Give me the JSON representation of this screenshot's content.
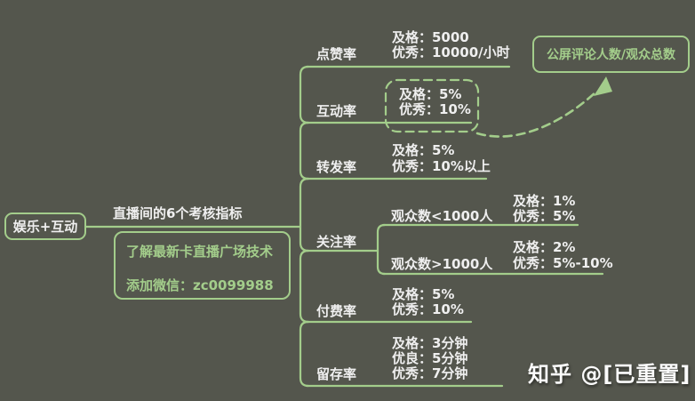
{
  "theme": {
    "background": "#54564d",
    "accent_green": "#a3cd8b",
    "text_white": "#efefef"
  },
  "root": {
    "label": "娱乐+互动"
  },
  "edge_label": "直播间的6个考核指标",
  "promo": {
    "line1": "了解最新卡直播广场技术",
    "line2": "添加微信：zc0099988"
  },
  "callout": {
    "label": "公屏评论人数/观众总数"
  },
  "branches": [
    {
      "label": "点赞率",
      "values": [
        "及格：5000",
        "优秀：10000/小时"
      ]
    },
    {
      "label": "互动率",
      "values": [
        "及格：5%",
        "优秀：10%"
      ]
    },
    {
      "label": "转发率",
      "values": [
        "及格：5%",
        "优秀：10%以上"
      ]
    },
    {
      "label": "关注率",
      "children": [
        {
          "label": "观众数<1000人",
          "values": [
            "及格：1%",
            "优秀：5%"
          ]
        },
        {
          "label": "观众数>1000人",
          "values": [
            "及格：2%",
            "优秀：5%-10%"
          ]
        }
      ]
    },
    {
      "label": "付费率",
      "values": [
        "及格：5%",
        "优秀：10%"
      ]
    },
    {
      "label": "留存率",
      "values": [
        "及格：3分钟",
        "优良：5分钟",
        "优秀：7分钟"
      ]
    }
  ],
  "watermark": "知乎 @[已重置]"
}
